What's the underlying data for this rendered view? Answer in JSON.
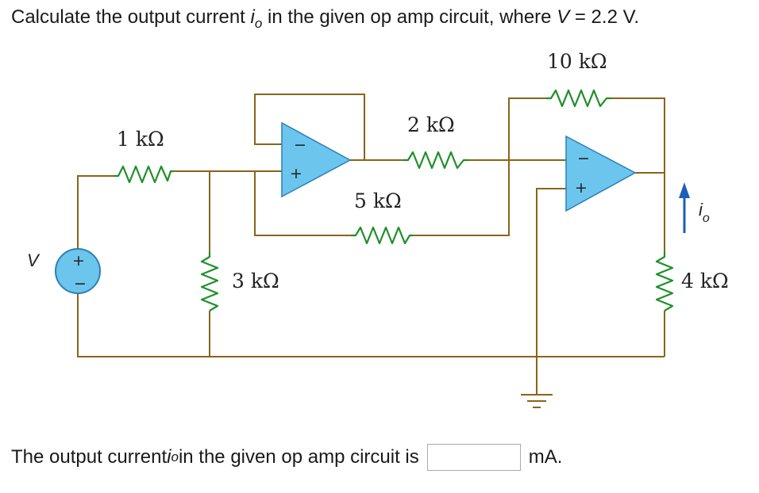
{
  "question": {
    "prefix": "Calculate the output current ",
    "var_symbol": "i",
    "var_sub": "o",
    "middle": " in the given op amp circuit, where ",
    "v_symbol": "V",
    "suffix": " = 2.2 V."
  },
  "circuit": {
    "resistors": [
      {
        "id": "r1",
        "label": "1 kΩ"
      },
      {
        "id": "r2",
        "label": "2 kΩ"
      },
      {
        "id": "r3",
        "label": "3 kΩ"
      },
      {
        "id": "r4",
        "label": "4 kΩ"
      },
      {
        "id": "r5",
        "label": "5 kΩ"
      },
      {
        "id": "r10",
        "label": "10 kΩ"
      }
    ],
    "source_label": "V",
    "source_plus": "+",
    "source_minus": "−",
    "opamp_minus": "−",
    "opamp_plus": "+",
    "current_symbol": "i",
    "current_sub": "o",
    "colors": {
      "wire": "#8a6418",
      "resistor": "#1f8f2a",
      "opamp_fill": "#6cc5ec",
      "current_arrow": "#1e5db8"
    }
  },
  "answer": {
    "prefix": "The output current ",
    "var_symbol": "i",
    "var_sub": "o",
    "middle": " in the given op amp circuit is",
    "value": "",
    "unit": "mA."
  }
}
